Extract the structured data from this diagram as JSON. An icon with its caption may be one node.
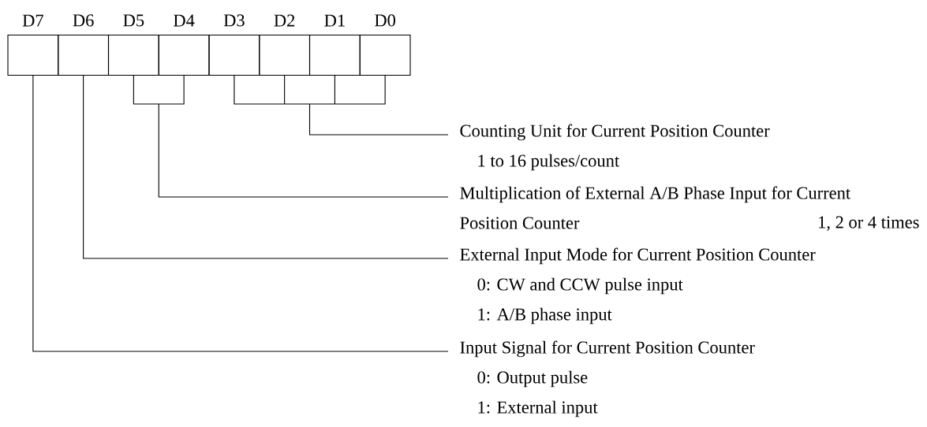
{
  "diagram": {
    "nodes": [
      {
        "text": [
          "D7"
        ]
      },
      {
        "text": [
          "D6"
        ]
      },
      {
        "text": [
          "D5"
        ]
      },
      {
        "text": [
          "D4"
        ]
      },
      {
        "text": [
          "D3"
        ]
      },
      {
        "text": [
          "D2"
        ]
      },
      {
        "text": [
          "D1"
        ]
      },
      {
        "text": [
          "D0"
        ]
      },
      {
        "text": [
          "Counting Unit for Current Position Counter",
          "1 to 16 pulses/count"
        ]
      },
      {
        "text": [
          "Multiplication of External A/B Phase Input for Current Position Counter",
          "1, 2 or 4 times"
        ]
      },
      {
        "text": [
          "External Input Mode for Current Position Counter",
          "0: CW and CCW pulse input",
          "1: A/B phase input"
        ]
      },
      {
        "text": [
          "Input Signal for Current Position Counter",
          "0: Output pulse",
          "1: External input"
        ]
      }
    ],
    "edges": [
      {
        "from": 4,
        "to": 8,
        "arrow": "none"
      },
      {
        "from": 5,
        "to": 8,
        "arrow": "none"
      },
      {
        "from": 6,
        "to": 8,
        "arrow": "none"
      },
      {
        "from": 7,
        "to": 8,
        "arrow": "none"
      },
      {
        "from": 2,
        "to": 9,
        "arrow": "none"
      },
      {
        "from": 3,
        "to": 9,
        "arrow": "none"
      },
      {
        "from": 1,
        "to": 10,
        "arrow": "none"
      },
      {
        "from": 0,
        "to": 11,
        "arrow": "none"
      }
    ]
  }
}
